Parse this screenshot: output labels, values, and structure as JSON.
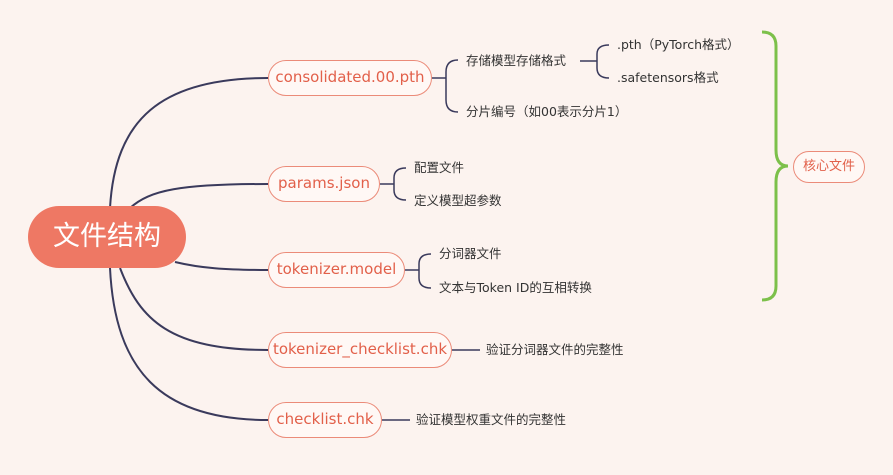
{
  "root": {
    "label": "文件结构"
  },
  "branches": [
    {
      "label": "consolidated.00.pth",
      "children": [
        {
          "label": "存储模型存储格式",
          "children": [
            {
              "label": ".pth（PyTorch格式）"
            },
            {
              "label": ".safetensors格式"
            }
          ]
        },
        {
          "label": "分片编号（如00表示分片1）"
        }
      ]
    },
    {
      "label": "params.json",
      "children": [
        {
          "label": "配置文件"
        },
        {
          "label": "定义模型超参数"
        }
      ]
    },
    {
      "label": "tokenizer.model",
      "children": [
        {
          "label": "分词器文件"
        },
        {
          "label": "文本与Token ID的互相转换"
        }
      ]
    },
    {
      "label": "tokenizer_checklist.chk",
      "children": [
        {
          "label": "验证分词器文件的完整性"
        }
      ]
    },
    {
      "label": "checklist.chk",
      "children": [
        {
          "label": "验证模型权重文件的完整性"
        }
      ]
    }
  ],
  "summary": {
    "label": "核心文件"
  },
  "colors": {
    "root": "#ee7864",
    "connector": "#3a3a5c",
    "brace": "#7cc04a",
    "node_border": "#eb8b79",
    "node_text": "#e2604a",
    "background": "#fcf3ef"
  }
}
